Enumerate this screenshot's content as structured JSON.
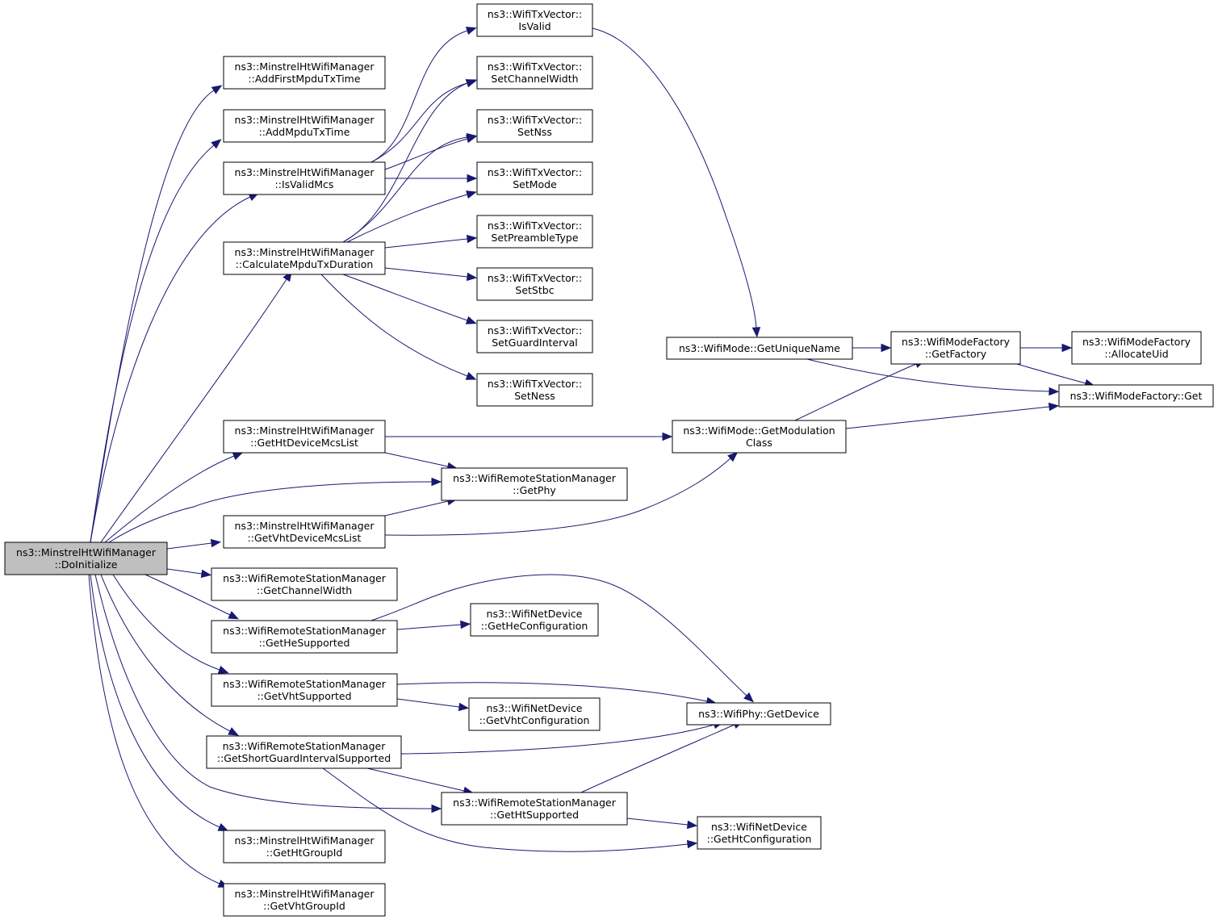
{
  "graph": {
    "nodes": [
      {
        "id": "root",
        "lines": [
          "ns3::MinstrelHtWifiManager",
          "::DoInitialize"
        ],
        "root": true
      },
      {
        "id": "addFirst",
        "lines": [
          "ns3::MinstrelHtWifiManager",
          "::AddFirstMpduTxTime"
        ]
      },
      {
        "id": "addMpdu",
        "lines": [
          "ns3::MinstrelHtWifiManager",
          "::AddMpduTxTime"
        ]
      },
      {
        "id": "isValidMcs",
        "lines": [
          "ns3::MinstrelHtWifiManager",
          "::IsValidMcs"
        ]
      },
      {
        "id": "calcMpdu",
        "lines": [
          "ns3::MinstrelHtWifiManager",
          "::CalculateMpduTxDuration"
        ]
      },
      {
        "id": "getHtMcs",
        "lines": [
          "ns3::MinstrelHtWifiManager",
          "::GetHtDeviceMcsList"
        ]
      },
      {
        "id": "getVhtMcs",
        "lines": [
          "ns3::MinstrelHtWifiManager",
          "::GetVhtDeviceMcsList"
        ]
      },
      {
        "id": "rsmChW",
        "lines": [
          "ns3::WifiRemoteStationManager",
          "::GetChannelWidth"
        ]
      },
      {
        "id": "rsmHe",
        "lines": [
          "ns3::WifiRemoteStationManager",
          "::GetHeSupported"
        ]
      },
      {
        "id": "rsmVht",
        "lines": [
          "ns3::WifiRemoteStationManager",
          "::GetVhtSupported"
        ]
      },
      {
        "id": "rsmSgi",
        "lines": [
          "ns3::WifiRemoteStationManager",
          "::GetShortGuardIntervalSupported"
        ]
      },
      {
        "id": "htGroup",
        "lines": [
          "ns3::MinstrelHtWifiManager",
          "::GetHtGroupId"
        ]
      },
      {
        "id": "vhtGroup",
        "lines": [
          "ns3::MinstrelHtWifiManager",
          "::GetVhtGroupId"
        ]
      },
      {
        "id": "txIsValid",
        "lines": [
          "ns3::WifiTxVector::",
          "IsValid"
        ]
      },
      {
        "id": "txSetCw",
        "lines": [
          "ns3::WifiTxVector::",
          "SetChannelWidth"
        ]
      },
      {
        "id": "txSetNss",
        "lines": [
          "ns3::WifiTxVector::",
          "SetNss"
        ]
      },
      {
        "id": "txSetMode",
        "lines": [
          "ns3::WifiTxVector::",
          "SetMode"
        ]
      },
      {
        "id": "txSetPre",
        "lines": [
          "ns3::WifiTxVector::",
          "SetPreambleType"
        ]
      },
      {
        "id": "txSetStbc",
        "lines": [
          "ns3::WifiTxVector::",
          "SetStbc"
        ]
      },
      {
        "id": "txSetGi",
        "lines": [
          "ns3::WifiTxVector::",
          "SetGuardInterval"
        ]
      },
      {
        "id": "txSetNess",
        "lines": [
          "ns3::WifiTxVector::",
          "SetNess"
        ]
      },
      {
        "id": "rsmGetPhy",
        "lines": [
          "ns3::WifiRemoteStationManager",
          "::GetPhy"
        ]
      },
      {
        "id": "ndHeConf",
        "lines": [
          "ns3::WifiNetDevice",
          "::GetHeConfiguration"
        ]
      },
      {
        "id": "ndVhtConf",
        "lines": [
          "ns3::WifiNetDevice",
          "::GetVhtConfiguration"
        ]
      },
      {
        "id": "rsmHtSup",
        "lines": [
          "ns3::WifiRemoteStationManager",
          "::GetHtSupported"
        ]
      },
      {
        "id": "modeUnique",
        "lines": [
          "ns3::WifiMode::GetUniqueName"
        ]
      },
      {
        "id": "modeModClass",
        "lines": [
          "ns3::WifiMode::GetModulation",
          "Class"
        ]
      },
      {
        "id": "phyGetDev",
        "lines": [
          "ns3::WifiPhy::GetDevice"
        ]
      },
      {
        "id": "ndHtConf",
        "lines": [
          "ns3::WifiNetDevice",
          "::GetHtConfiguration"
        ]
      },
      {
        "id": "mfGetFactory",
        "lines": [
          "ns3::WifiModeFactory",
          "::GetFactory"
        ]
      },
      {
        "id": "mfAlloc",
        "lines": [
          "ns3::WifiModeFactory",
          "::AllocateUid"
        ]
      },
      {
        "id": "mfGet",
        "lines": [
          "ns3::WifiModeFactory::Get"
        ]
      }
    ],
    "edges": [
      {
        "from": "root",
        "to": "addFirst"
      },
      {
        "from": "root",
        "to": "addMpdu"
      },
      {
        "from": "root",
        "to": "isValidMcs"
      },
      {
        "from": "root",
        "to": "calcMpdu"
      },
      {
        "from": "root",
        "to": "getHtMcs"
      },
      {
        "from": "root",
        "to": "rsmGetPhy"
      },
      {
        "from": "root",
        "to": "getVhtMcs"
      },
      {
        "from": "root",
        "to": "rsmChW"
      },
      {
        "from": "root",
        "to": "rsmHe"
      },
      {
        "from": "root",
        "to": "rsmVht"
      },
      {
        "from": "root",
        "to": "rsmSgi"
      },
      {
        "from": "root",
        "to": "rsmHtSup"
      },
      {
        "from": "root",
        "to": "htGroup"
      },
      {
        "from": "root",
        "to": "vhtGroup"
      },
      {
        "from": "isValidMcs",
        "to": "txIsValid"
      },
      {
        "from": "isValidMcs",
        "to": "txSetCw"
      },
      {
        "from": "isValidMcs",
        "to": "txSetNss"
      },
      {
        "from": "isValidMcs",
        "to": "txSetMode"
      },
      {
        "from": "calcMpdu",
        "to": "txSetCw"
      },
      {
        "from": "calcMpdu",
        "to": "txSetNss"
      },
      {
        "from": "calcMpdu",
        "to": "txSetMode"
      },
      {
        "from": "calcMpdu",
        "to": "txSetPre"
      },
      {
        "from": "calcMpdu",
        "to": "txSetStbc"
      },
      {
        "from": "calcMpdu",
        "to": "txSetGi"
      },
      {
        "from": "calcMpdu",
        "to": "txSetNess"
      },
      {
        "from": "getHtMcs",
        "to": "modeModClass"
      },
      {
        "from": "getHtMcs",
        "to": "rsmGetPhy"
      },
      {
        "from": "getVhtMcs",
        "to": "rsmGetPhy"
      },
      {
        "from": "getVhtMcs",
        "to": "modeModClass"
      },
      {
        "from": "rsmHe",
        "to": "phyGetDev"
      },
      {
        "from": "rsmHe",
        "to": "ndHeConf"
      },
      {
        "from": "rsmVht",
        "to": "phyGetDev"
      },
      {
        "from": "rsmVht",
        "to": "ndVhtConf"
      },
      {
        "from": "rsmSgi",
        "to": "phyGetDev"
      },
      {
        "from": "rsmSgi",
        "to": "rsmHtSup"
      },
      {
        "from": "rsmSgi",
        "to": "ndHtConf"
      },
      {
        "from": "rsmHtSup",
        "to": "phyGetDev"
      },
      {
        "from": "rsmHtSup",
        "to": "ndHtConf"
      },
      {
        "from": "txIsValid",
        "to": "modeUnique"
      },
      {
        "from": "modeUnique",
        "to": "mfGetFactory"
      },
      {
        "from": "modeUnique",
        "to": "mfGet"
      },
      {
        "from": "modeModClass",
        "to": "mfGetFactory"
      },
      {
        "from": "modeModClass",
        "to": "mfGet"
      },
      {
        "from": "mfGetFactory",
        "to": "mfAlloc"
      },
      {
        "from": "mfGetFactory",
        "to": "mfGet"
      }
    ]
  }
}
